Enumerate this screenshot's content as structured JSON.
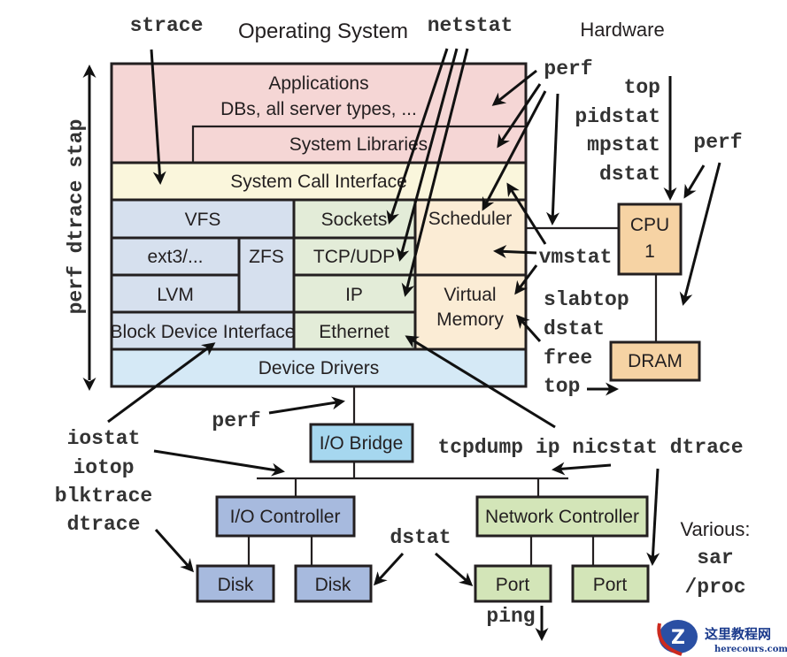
{
  "headers": {
    "os": "Operating System",
    "hardware": "Hardware"
  },
  "colors": {
    "applications": "#f5d6d5",
    "syscall": "#faf6dc",
    "filesystem": "#d6e0ee",
    "network": "#e3ecd8",
    "kernel_cpu": "#fbecd5",
    "drivers": "#d5e9f6",
    "hw_cpu": "#f6d3a4",
    "io_bridge": "#a6d7ef",
    "io_controller": "#a7bade",
    "net_controller": "#d3e5b8"
  },
  "os_stack": {
    "applications": "Applications",
    "applications_sub": "DBs, all server types, ...",
    "system_libraries": "System Libraries",
    "syscall_interface": "System Call Interface",
    "vfs": "VFS",
    "ext3": "ext3/...",
    "zfs": "ZFS",
    "lvm": "LVM",
    "block_device": "Block Device Interface",
    "sockets": "Sockets",
    "tcp_udp": "TCP/UDP",
    "ip": "IP",
    "ethernet": "Ethernet",
    "scheduler": "Scheduler",
    "virtual_memory_1": "Virtual",
    "virtual_memory_2": "Memory",
    "device_drivers": "Device Drivers"
  },
  "hardware": {
    "cpu_1": "CPU",
    "cpu_2": "1",
    "dram": "DRAM",
    "io_bridge": "I/O Bridge",
    "io_controller": "I/O Controller",
    "disk_1": "Disk",
    "disk_2": "Disk",
    "network_controller": "Network Controller",
    "port_1": "Port",
    "port_2": "Port"
  },
  "tools": {
    "strace": "strace",
    "netstat": "netstat",
    "perf_top": "perf",
    "cpu_tools": [
      "top",
      "pidstat",
      "mpstat",
      "dstat"
    ],
    "perf_cpu": "perf",
    "left_vertical": "perf dtrace stap",
    "vmstat": "vmstat",
    "mem_tools": [
      "slabtop",
      "dstat",
      "free",
      "top"
    ],
    "perf_bridge": "perf",
    "io_tools": [
      "iostat",
      "iotop",
      "blktrace",
      "dtrace"
    ],
    "net_tools": "tcpdump ip nicstat dtrace",
    "dstat_disk": "dstat",
    "ping": "ping",
    "various_label": "Various:",
    "various_tools": [
      "sar",
      "/proc"
    ]
  },
  "watermark": {
    "title": "这里教程网",
    "url": "herecours.com"
  }
}
